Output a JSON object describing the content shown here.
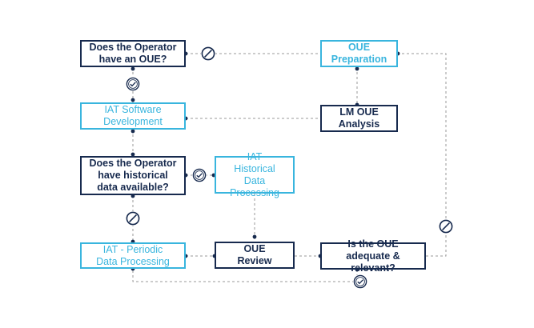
{
  "nodes": {
    "operator_oue": "Does the Operator\nhave an OUE?",
    "oue_preparation": "OUE\nPreparation",
    "iat_software": "IAT Software\nDevelopment",
    "lm_oue_analysis": "LM OUE\nAnalysis",
    "historical_data": "Does the Operator\nhave historical\ndata available?",
    "iat_historical": "IAT\nHistorical\nData Processing",
    "iat_periodic": "IAT - Periodic\nData Processing",
    "oue_review": "OUE\nReview",
    "oue_adequate": "Is the OUE\nadequate & relevant?"
  },
  "colors": {
    "dark": "#172a4e",
    "light": "#39b5de",
    "connector": "#9a9a9a"
  },
  "icons": {
    "yes": "check-circle-icon",
    "no": "prohibited-icon"
  }
}
